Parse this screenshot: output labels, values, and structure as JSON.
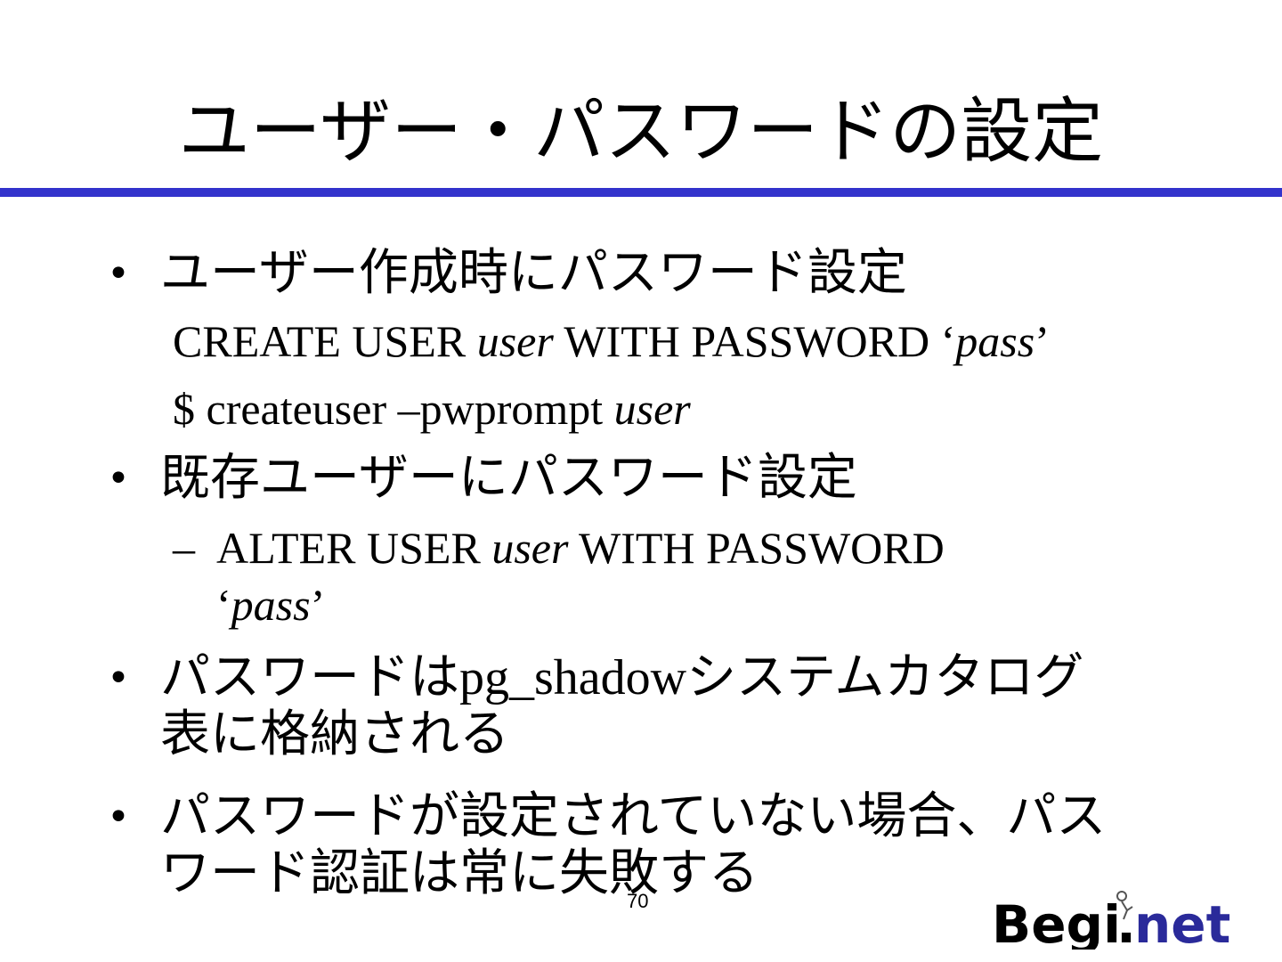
{
  "title": "ユーザー・パスワードの設定",
  "bullets": {
    "b1": {
      "text": "ユーザー作成時にパスワード設定"
    },
    "cmd1": {
      "prefix": "CREATE USER ",
      "var": "user",
      "mid": " WITH PASSWORD ‘",
      "value": "pass",
      "suffix": "’"
    },
    "cmd2": {
      "prefix": "$ createuser –pwprompt ",
      "var": "user"
    },
    "b2": {
      "text": "既存ユーザーにパスワード設定"
    },
    "sub": {
      "dash": "–",
      "prefix": "ALTER USER ",
      "var": "user",
      "mid": " WITH PASSWORD",
      "quote_open": "‘",
      "value": "pass",
      "quote_close": "’"
    },
    "b3": {
      "part1": "パスワードは",
      "code": "pg_shadow",
      "part2": "システムカタログ",
      "line2": "表に格納される"
    },
    "b4": {
      "line1": "パスワードが設定されていない場合、パス",
      "line2": "ワード認証は常に失敗する"
    }
  },
  "bullet_symbol": "•",
  "page_number": "70",
  "logo": {
    "text_main": "Begi",
    "dot": ".",
    "text_tail": "net",
    "colors": {
      "main": "#000000",
      "tail": "#2a2a9a"
    }
  },
  "colors": {
    "rule": "#3333cc"
  }
}
